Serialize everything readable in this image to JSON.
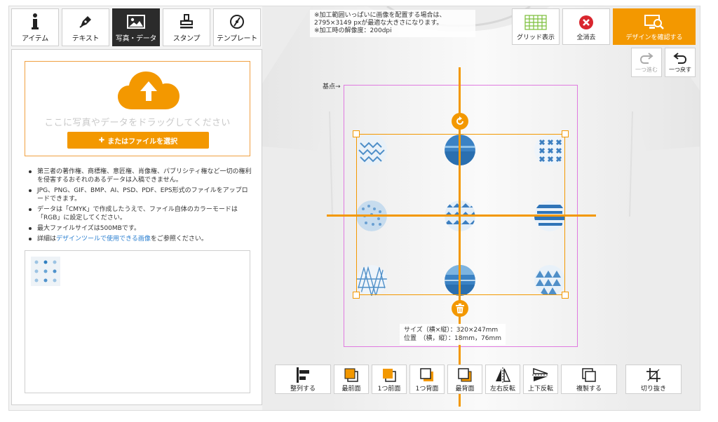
{
  "tabs": [
    {
      "label": "アイテム",
      "icon": "info-icon"
    },
    {
      "label": "テキスト",
      "icon": "pen-icon"
    },
    {
      "label": "写真・データ",
      "icon": "image-icon"
    },
    {
      "label": "スタンプ",
      "icon": "stamp-icon"
    },
    {
      "label": "テンプレート",
      "icon": "template-icon"
    }
  ],
  "upload": {
    "drop_text": "ここに写真やデータをドラッグしてください",
    "button_label": "またはファイルを選択"
  },
  "notes": [
    "第三者の著作権、商標権、意匠権、肖像権、パブリシティ権など一切の権利を侵害するおそれのあるデータは入稿できません。",
    "JPG、PNG、GIF、BMP、AI、PSD、PDF、EPS形式のファイルをアップロードできます。",
    "データは「CMYK」で作成したうえで、ファイル自体のカラーモードは「RGB」に設定してください。",
    "最大ファイルサイズは500MBです。"
  ],
  "notes_link": {
    "prefix": "詳細は",
    "link": "デザインツールで使用できる画像",
    "suffix": "をご参照ください。"
  },
  "info_note": {
    "line1": "※加工範囲いっぱいに画像を配置する場合は、",
    "line2": "2795×3149 pxが最適な大きさになります。",
    "line3": "※加工時の解像度：200dpi"
  },
  "top_buttons": {
    "grid": "グリッド表示",
    "clear": "全消去",
    "confirm": "デザインを確認する"
  },
  "undo": {
    "redo": "一つ進む",
    "undo": "一つ戻す"
  },
  "base_point": "基点→",
  "size_info": {
    "size_line": "サイズ（横×縦）：320×247mm",
    "pos_line": "位置　（横，縦）：18mm，76mm"
  },
  "bottom_toolbar": [
    "整列する",
    "最前面",
    "1つ前面",
    "1つ背面",
    "最背面",
    "左右反転",
    "上下反転",
    "複製する",
    "切り抜き"
  ],
  "colors": {
    "accent": "#f39800",
    "print_area": "#e07ae0",
    "link": "#2a7fd0"
  }
}
